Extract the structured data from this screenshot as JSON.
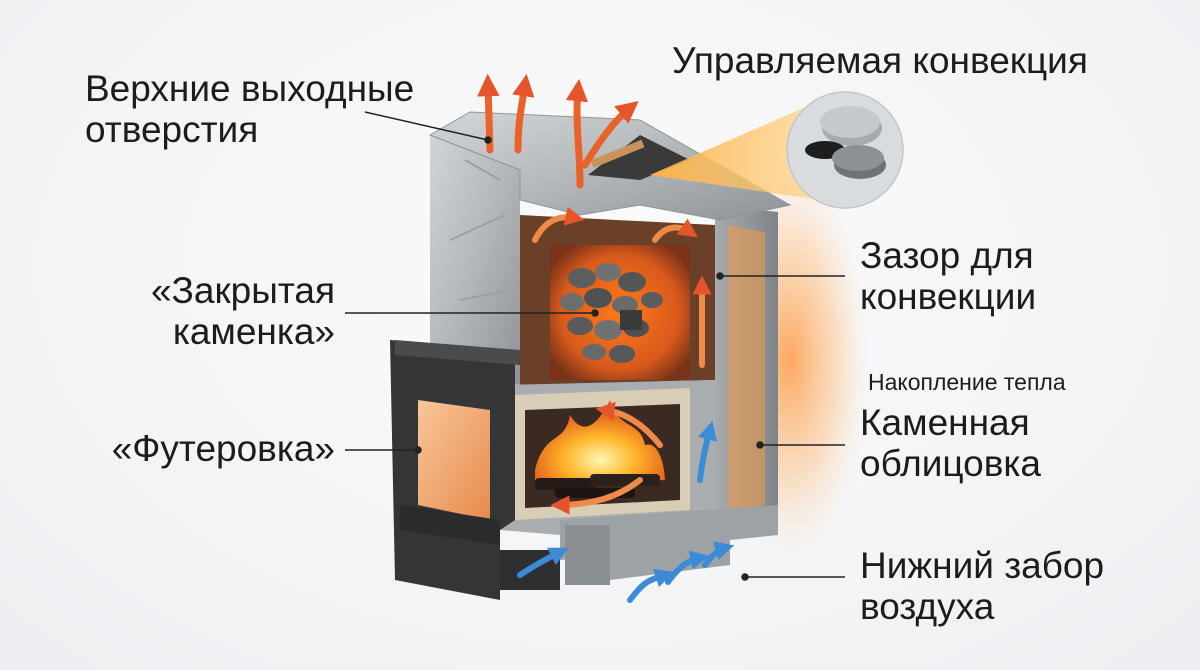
{
  "labels": {
    "top_vents": {
      "line1": "Верхние выходные",
      "line2": "отверстия"
    },
    "controlled_convection": "Управляемая конвекция",
    "closed_heater": {
      "line1": "«Закрытая",
      "line2": "каменка»"
    },
    "convection_gap": {
      "line1": "Зазор для",
      "line2": "конвекции"
    },
    "heat_accumulation": "Накопление тепла",
    "stone_cladding": {
      "line1": "Каменная",
      "line2": "облицовка"
    },
    "lining": "«Футеровка»",
    "bottom_air_intake": {
      "line1": "Нижний забор",
      "line2": "воздуха"
    }
  },
  "colors": {
    "hot_arrow": "#e8622a",
    "cold_arrow": "#4a9be0",
    "soapstone": "#b9bdc0",
    "door_metal": "#3b3c3e",
    "fire": "#ff9a1f",
    "glow": "#ff8c2a"
  }
}
